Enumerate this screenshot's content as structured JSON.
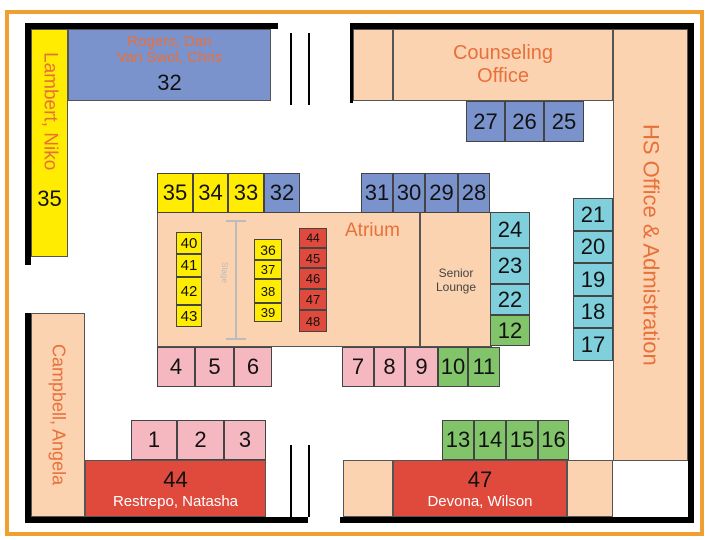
{
  "rooms": {
    "lambert": {
      "name": "Lambert, Niko",
      "number": "35"
    },
    "rogers": {
      "line1": "Rogers, Dan",
      "line2": "Van Swol, Chris",
      "number": "32"
    },
    "counseling": {
      "line1": "Counseling",
      "line2": "Office"
    },
    "hs_office": {
      "name": "HS Office & Admistration"
    },
    "campbell": {
      "name": "Campbell, Angela"
    },
    "restrepo": {
      "number": "44",
      "name": "Restrepo, Natasha"
    },
    "devona": {
      "number": "47",
      "name": "Devona, Wilson"
    },
    "atrium": {
      "name": "Atrium",
      "stage": "Stage"
    },
    "senior_lounge": {
      "line1": "Senior",
      "line2": "Lounge"
    }
  },
  "lockers": {
    "top_blue_right": [
      "27",
      "26",
      "25"
    ],
    "top_yellow": [
      "35",
      "34",
      "33"
    ],
    "top_blue_mid": [
      "32"
    ],
    "top_blue_center": [
      "31",
      "30",
      "29",
      "28"
    ],
    "right_teal": [
      "21",
      "20",
      "19",
      "18",
      "17"
    ],
    "lounge_teal": [
      "24",
      "23",
      "22"
    ],
    "lounge_green": [
      "12"
    ],
    "atrium_col1": [
      "40",
      "41",
      "42",
      "43"
    ],
    "atrium_col2": [
      "36",
      "37",
      "38",
      "39"
    ],
    "atrium_red": [
      "44",
      "45",
      "46",
      "47",
      "48"
    ],
    "bottom_pink_left": [
      "4",
      "5",
      "6"
    ],
    "bottom_pink_right": [
      "7",
      "8",
      "9"
    ],
    "bottom_green": [
      "10",
      "11"
    ],
    "lower_pink": [
      "1",
      "2",
      "3"
    ],
    "lower_green": [
      "13",
      "14",
      "15",
      "16"
    ]
  },
  "colors": {
    "peach": "#fbd3b1",
    "blue": "#7b93cc",
    "yellow": "#ffec00",
    "pink": "#f6b8c0",
    "red": "#df4a3c",
    "teal": "#7fd0dc",
    "green": "#82c46a",
    "frame": "#f0a030",
    "label": "#e8703a"
  }
}
